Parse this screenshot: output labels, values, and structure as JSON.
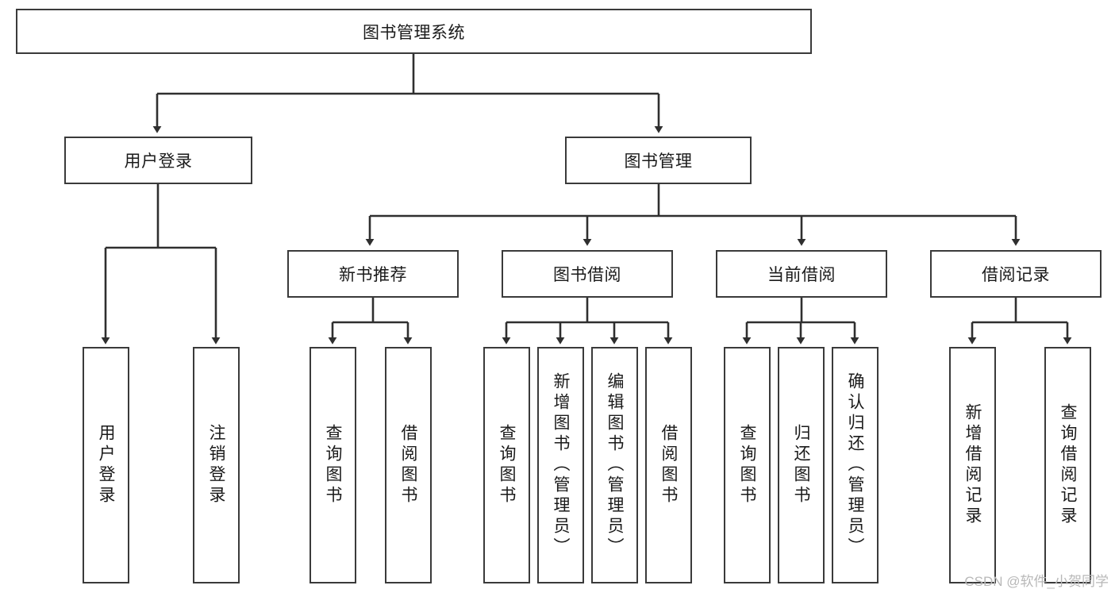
{
  "diagram": {
    "type": "tree",
    "title": "图书管理系统",
    "watermark": "CSDN @软件_小贺同学",
    "colors": {
      "box_border": "#3a3a3a",
      "box_fill": "#ffffff",
      "connector": "#2f2f2f",
      "text": "#1a1a1a",
      "watermark": "#b8b8b8"
    }
  },
  "nodes": {
    "root": {
      "label": "图书管理系统"
    },
    "level1": [
      {
        "label": "用户登录"
      },
      {
        "label": "图书管理"
      }
    ],
    "level2": [
      {
        "label": "新书推荐"
      },
      {
        "label": "图书借阅"
      },
      {
        "label": "当前借阅"
      },
      {
        "label": "借阅记录"
      }
    ],
    "leaves": {
      "user_login": [
        {
          "label": "用户登录"
        },
        {
          "label": "注销登录"
        }
      ],
      "new_book": [
        {
          "label": "查询图书"
        },
        {
          "label": "借阅图书"
        }
      ],
      "book_borrow": [
        {
          "label": "查询图书"
        },
        {
          "label": "新增图书（管理员）"
        },
        {
          "label": "编辑图书（管理员）"
        },
        {
          "label": "借阅图书"
        }
      ],
      "current_borrow": [
        {
          "label": "查询图书"
        },
        {
          "label": "归还图书"
        },
        {
          "label": "确认归还（管理员）"
        }
      ],
      "borrow_record": [
        {
          "label": "新增借阅记录"
        },
        {
          "label": "查询借阅记录"
        }
      ]
    }
  }
}
